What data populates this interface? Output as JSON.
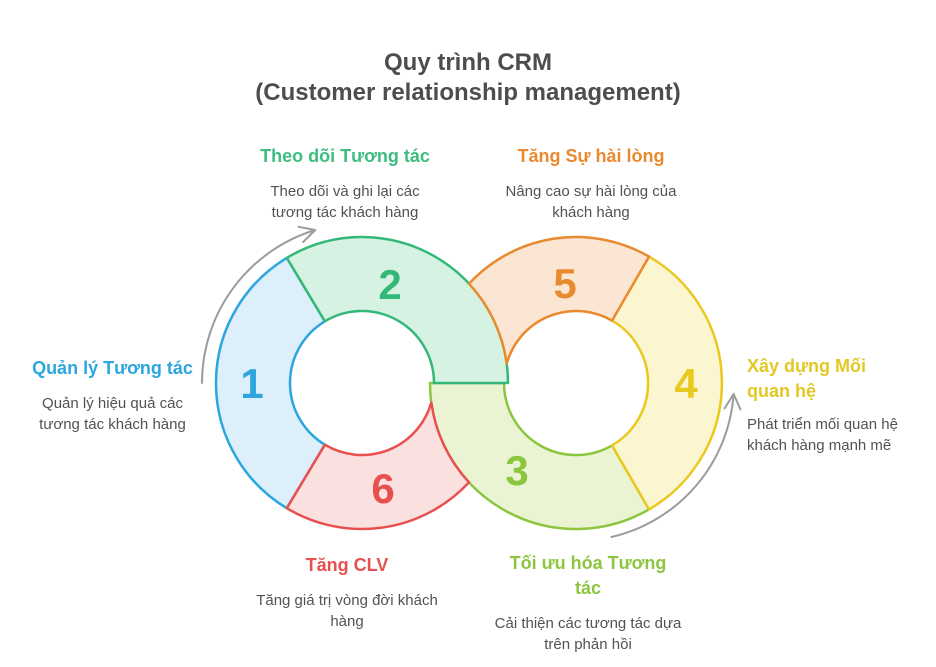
{
  "title": {
    "line1": "Quy trình CRM",
    "line2": "(Customer relationship management)",
    "color": "#4d4d4d"
  },
  "body_text_color": "#525252",
  "segments": [
    {
      "number": "1",
      "stroke": "#2ba6df",
      "fill": "#ddeffa"
    },
    {
      "number": "2",
      "stroke": "#33b878",
      "fill": "#d6f2e3"
    },
    {
      "number": "3",
      "stroke": "#8cc63f",
      "fill": "#eaf4d3"
    },
    {
      "number": "4",
      "stroke": "#e9c81f",
      "fill": "#fcf6d0"
    },
    {
      "number": "5",
      "stroke": "#e98a2e",
      "fill": "#fbe6d3"
    },
    {
      "number": "6",
      "stroke": "#e85050",
      "fill": "#fbe0e0"
    }
  ],
  "labels": {
    "track": {
      "heading": "Theo dõi Tương tác",
      "color": "#3dbd7f",
      "body": [
        "Theo dõi và ghi lại các",
        "tương tác khách hàng"
      ]
    },
    "satisfaction": {
      "heading": "Tăng Sự hài lòng",
      "color": "#e98a2e",
      "body": [
        "Nâng cao sự hài lòng của",
        "khách hàng"
      ]
    },
    "manage": {
      "heading": "Quản lý Tương tác",
      "color": "#2ba6df",
      "body": [
        "Quản lý hiệu quả các",
        "tương tác khách hàng"
      ]
    },
    "build": {
      "heading_lines": [
        "Xây dựng Mối",
        "quan hệ"
      ],
      "color": "#e2c824",
      "body": [
        "Phát triển mối quan hệ",
        "khách hàng mạnh mẽ"
      ]
    },
    "clv": {
      "heading": "Tăng CLV",
      "color": "#e85050",
      "body": [
        "Tăng giá trị vòng đời khách",
        "hàng"
      ]
    },
    "optimize": {
      "heading_lines": [
        "Tối ưu hóa Tương",
        "tác"
      ],
      "color": "#8cc63f",
      "body": [
        "Cải thiện các tương tác dựa",
        "trên phản hồi"
      ]
    }
  },
  "arrows": {
    "color": "#9c9c9c"
  }
}
